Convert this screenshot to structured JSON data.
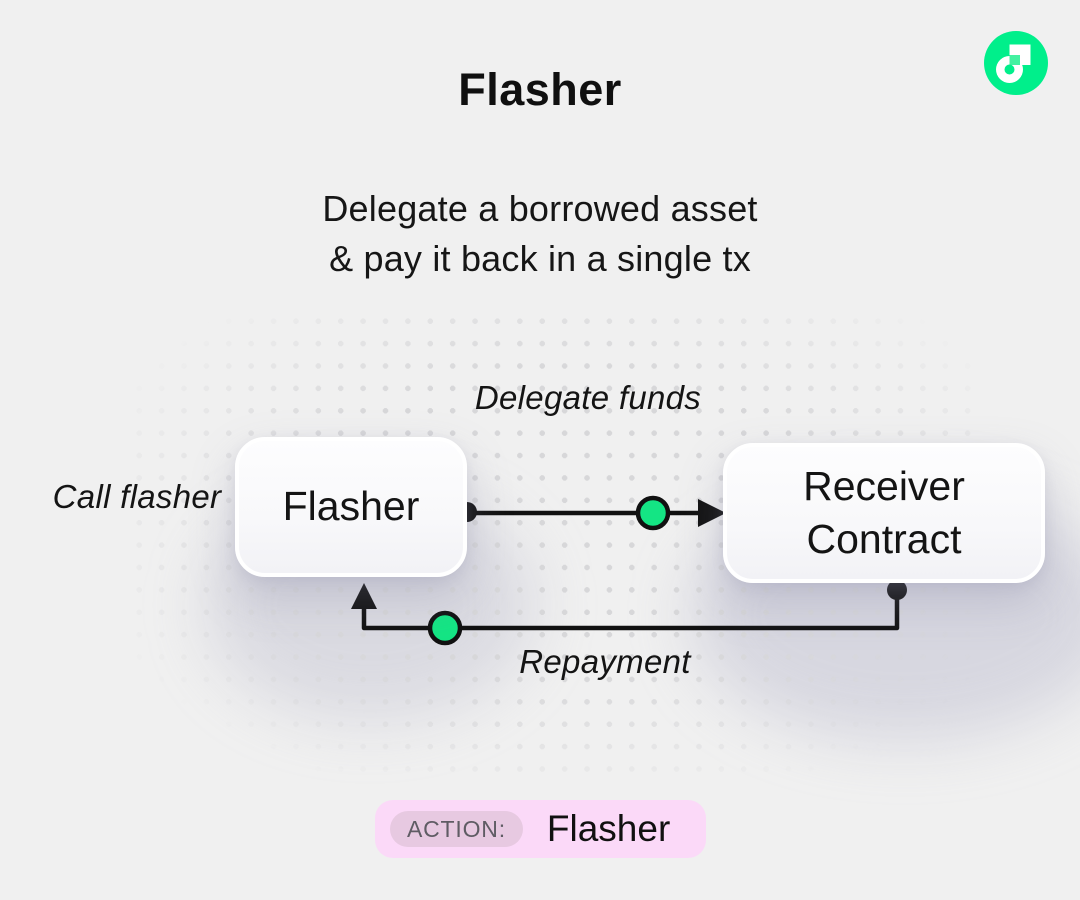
{
  "header": {
    "title": "Flasher",
    "subtitle": "Delegate a borrowed asset\n& pay it back in a single tx"
  },
  "logo": {
    "name": "flow-logo",
    "circle_color": "#00ef8b",
    "glyph_color": "#ffffff",
    "accent_square_color": "#44f1a1"
  },
  "diagram": {
    "flasher_node_label": "Flasher",
    "receiver_node_label": "Receiver Contract",
    "call_label": "Call flasher",
    "delegate_label": "Delegate funds",
    "repayment_label": "Repayment",
    "checkpoint_color": "#14e584",
    "line_color": "#111111",
    "dot_pattern_color": "#d7d7d9",
    "background_color": "#f0f0f0"
  },
  "action_bar": {
    "badge": "ACTION:",
    "value": "Flasher",
    "bar_color": "#fbd9f8",
    "badge_bg": "#e7c9e1"
  }
}
